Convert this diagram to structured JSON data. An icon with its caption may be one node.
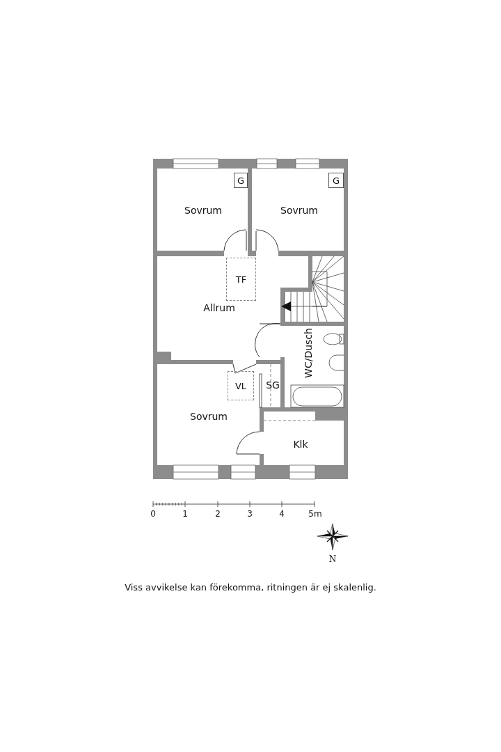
{
  "diagram": {
    "caption": "Viss avvikelse kan förekomma, ritningen är ej skalenlig.",
    "nodes": [
      {
        "text": [
          "G"
        ]
      },
      {
        "text": [
          "G"
        ]
      },
      {
        "text": [
          "TF"
        ]
      },
      {
        "text": [
          "VL"
        ]
      }
    ],
    "labels": [
      "Sovrum",
      "Sovrum",
      "Allrum",
      "WC/Dusch",
      "SG",
      "Sovrum",
      "Klk",
      "0",
      "1",
      "2",
      "3",
      "4",
      "5m",
      "N"
    ]
  }
}
